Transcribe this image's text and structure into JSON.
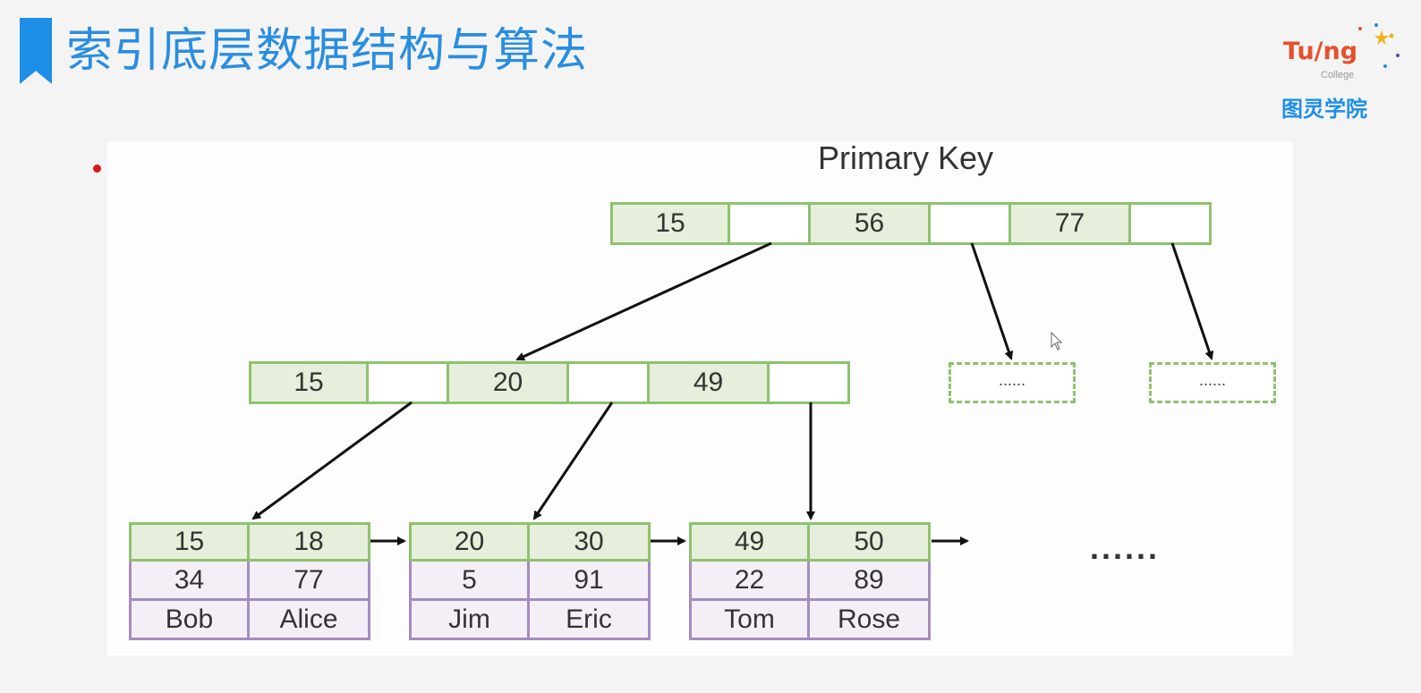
{
  "slide": {
    "title": "索引底层数据结构与算法",
    "logo": {
      "brand": "Tu/ng",
      "sub": "College",
      "cn": "图灵学院"
    }
  },
  "diagram": {
    "label": "Primary Key",
    "root": {
      "keys": [
        "15",
        "56",
        "77"
      ]
    },
    "internal": {
      "keys": [
        "15",
        "20",
        "49"
      ]
    },
    "placeholders": [
      "......",
      "......"
    ],
    "leaves": [
      {
        "keys": [
          "15",
          "18"
        ],
        "values": [
          "34",
          "77"
        ],
        "names": [
          "Bob",
          "Alice"
        ]
      },
      {
        "keys": [
          "20",
          "30"
        ],
        "values": [
          "5",
          "91"
        ],
        "names": [
          "Jim",
          "Eric"
        ]
      },
      {
        "keys": [
          "49",
          "50"
        ],
        "values": [
          "22",
          "89"
        ],
        "names": [
          "Tom",
          "Rose"
        ]
      }
    ],
    "continuation": "......"
  }
}
